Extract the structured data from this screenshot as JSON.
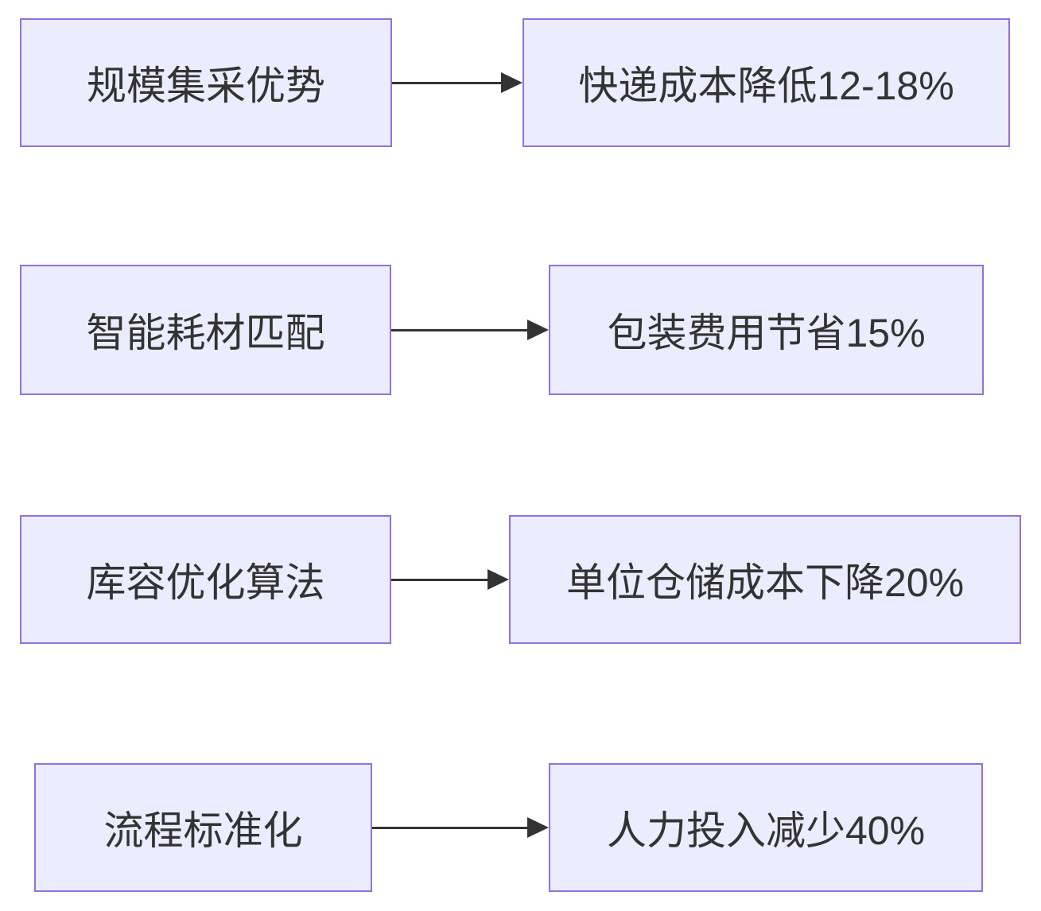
{
  "diagram": {
    "type": "flowchart",
    "direction": "left-to-right",
    "colors": {
      "node_fill": "#ECECFF",
      "node_border": "#9370DB",
      "arrow": "#333333",
      "text": "#333333",
      "background": "#FFFFFF"
    },
    "rows": [
      {
        "source": "规模集采优势",
        "target": "快递成本降低12-18%"
      },
      {
        "source": "智能耗材匹配",
        "target": "包装费用节省15%"
      },
      {
        "source": "库容优化算法",
        "target": "单位仓储成本下降20%"
      },
      {
        "source": "流程标准化",
        "target": "人力投入减少40%"
      }
    ]
  }
}
